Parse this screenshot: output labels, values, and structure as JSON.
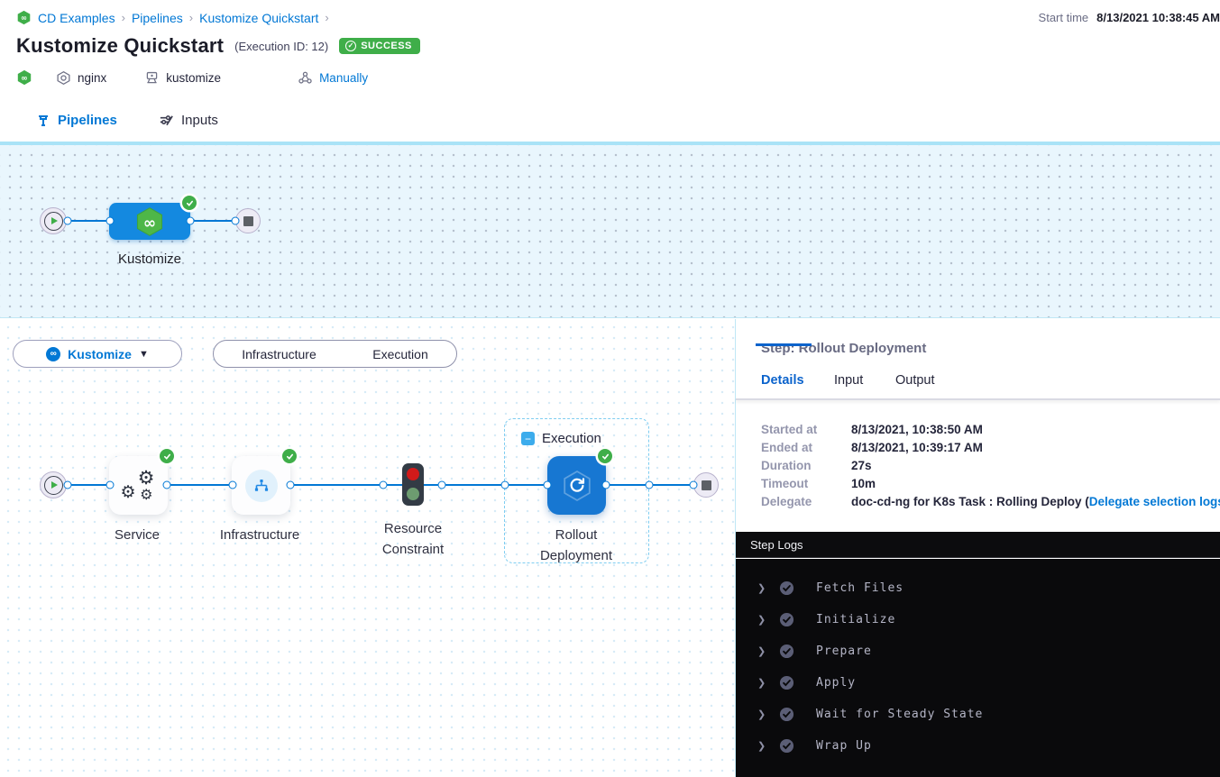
{
  "breadcrumb": {
    "separator": "›",
    "items": [
      {
        "label": "CD Examples"
      },
      {
        "label": "Pipelines"
      },
      {
        "label": "Kustomize Quickstart"
      }
    ]
  },
  "topbar": {
    "start_time_label": "Start time",
    "start_time_value": "8/13/2021 10:38:45 AM"
  },
  "header": {
    "title": "Kustomize Quickstart",
    "execution_id": "(Execution ID: 12)",
    "status_badge": "SUCCESS",
    "service_name": "nginx",
    "environment_name": "kustomize",
    "trigger_label": "Manually"
  },
  "tabs": {
    "pipelines": "Pipelines",
    "inputs": "Inputs"
  },
  "stage_graph": {
    "stage_name": "Kustomize"
  },
  "exec_view": {
    "stage_selector_label": "Kustomize",
    "toggle_infrastructure": "Infrastructure",
    "toggle_execution": "Execution",
    "group_label": "Execution",
    "nodes": {
      "service": "Service",
      "infrastructure": "Infrastructure",
      "resource_constraint": "Resource Constraint",
      "rollout": "Rollout Deployment"
    }
  },
  "step_panel": {
    "title": "Step: Rollout Deployment",
    "tabs": {
      "details": "Details",
      "input": "Input",
      "output": "Output"
    },
    "details": [
      {
        "label": "Started at",
        "value": "8/13/2021, 10:38:50 AM"
      },
      {
        "label": "Ended at",
        "value": "8/13/2021, 10:39:17 AM"
      },
      {
        "label": "Duration",
        "value": "27s"
      },
      {
        "label": "Timeout",
        "value": "10m"
      },
      {
        "label": "Delegate",
        "value": "doc-cd-ng for K8s Task : Rolling Deploy (",
        "link": "Delegate selection logs",
        "value_suffix": ")"
      }
    ]
  },
  "step_logs": {
    "header": "Step Logs",
    "entries": [
      {
        "label": "Fetch Files"
      },
      {
        "label": "Initialize"
      },
      {
        "label": "Prepare"
      },
      {
        "label": "Apply"
      },
      {
        "label": "Wait for Steady State"
      },
      {
        "label": "Wrap Up"
      }
    ]
  },
  "colors": {
    "accent": "#0278d5",
    "success": "#3fae49",
    "node_blue": "#1489e0"
  }
}
